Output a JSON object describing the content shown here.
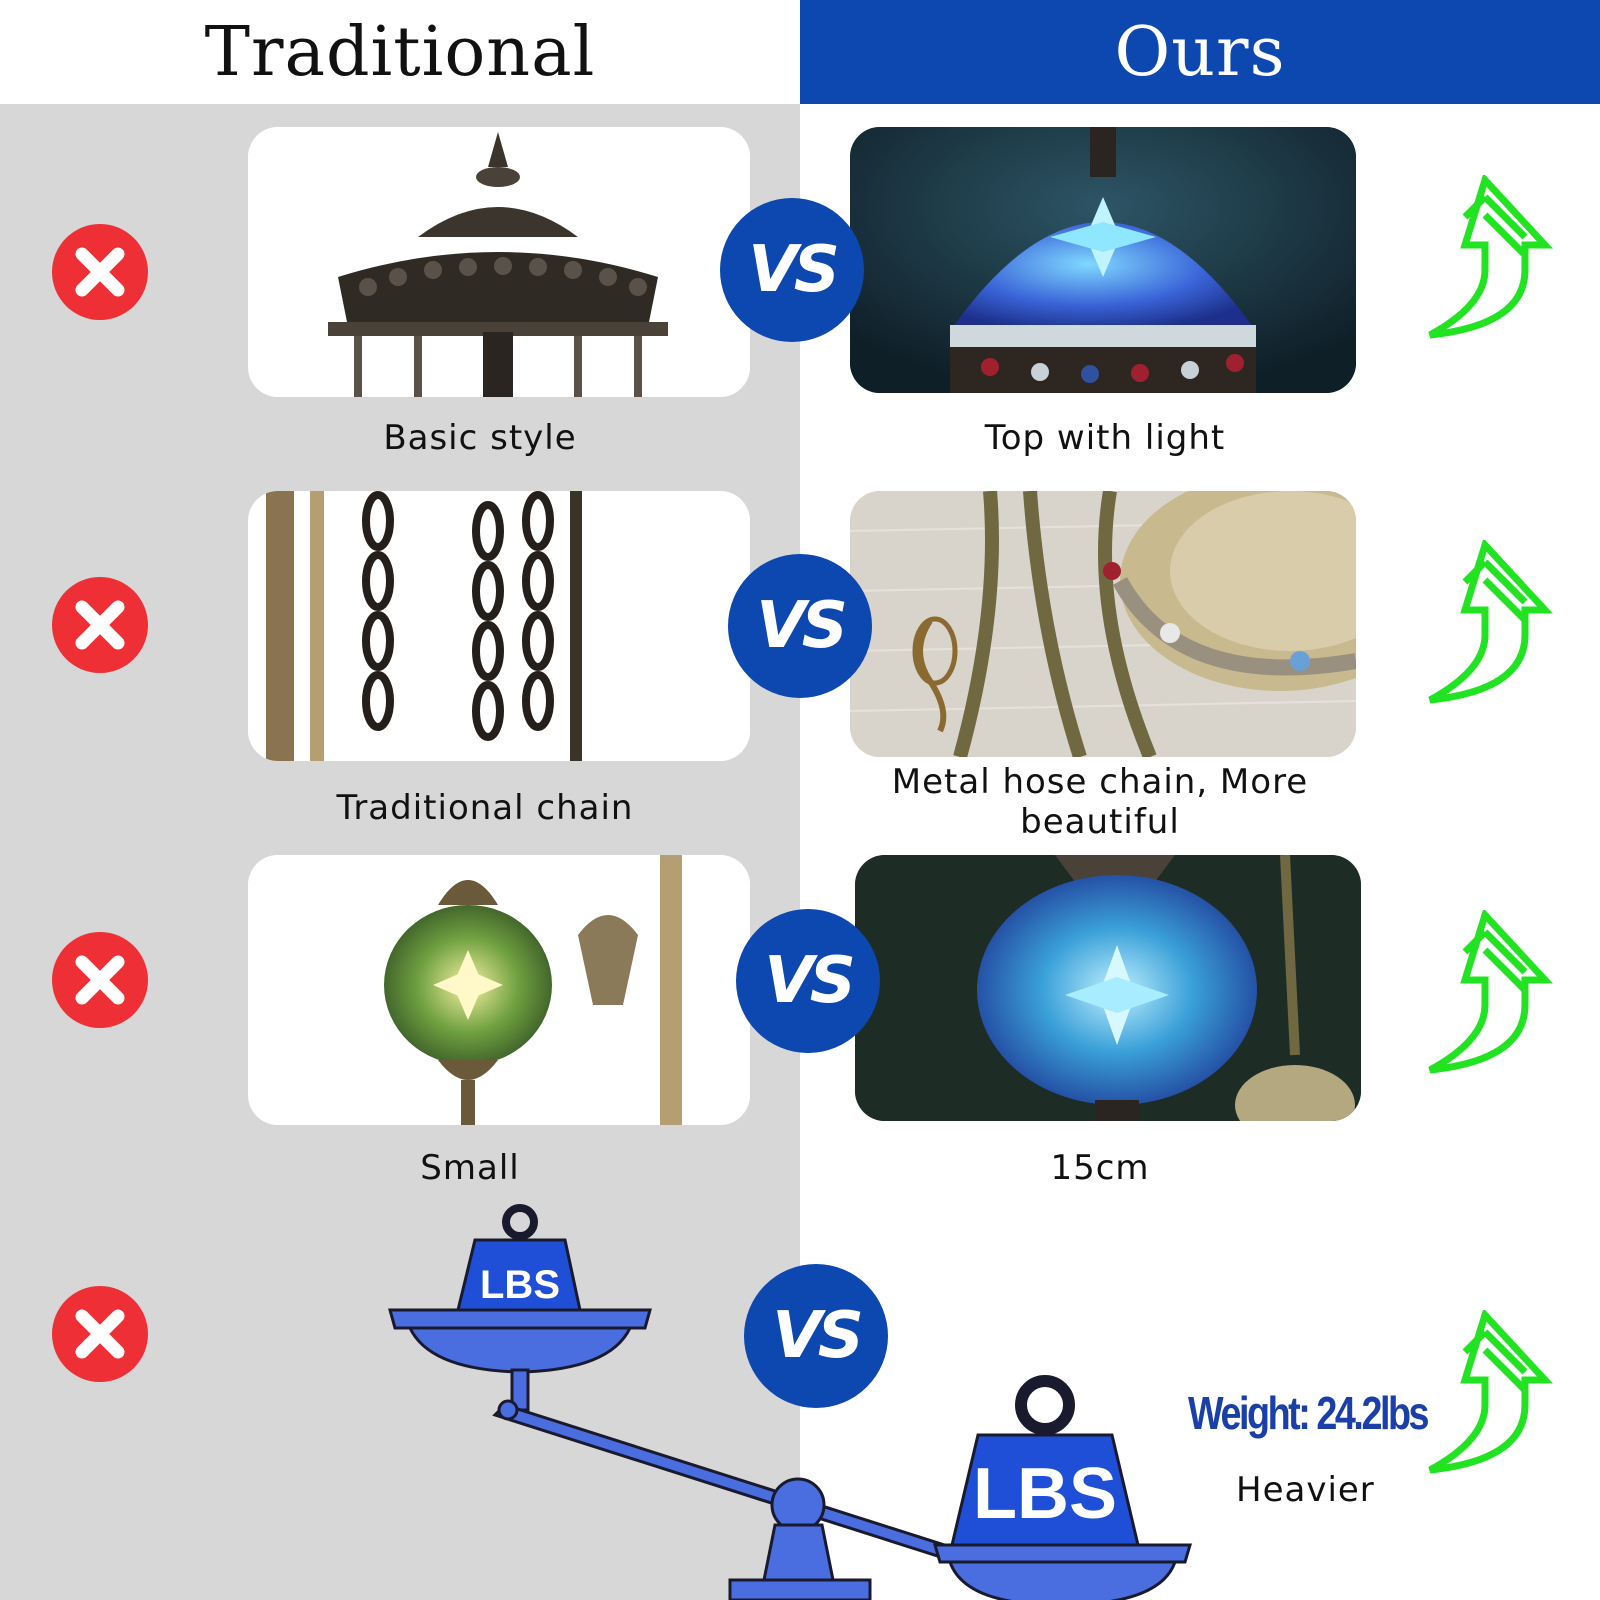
{
  "header": {
    "left_title": "Traditional",
    "right_title": "Ours"
  },
  "colors": {
    "brand_blue": "#0d47b0",
    "cross_red": "#ee2f35",
    "arrow_green": "#22e322",
    "left_panel": "#d7d7d7"
  },
  "rows": [
    {
      "left_caption": "Basic style",
      "right_caption": "Top with light",
      "vs": "VS"
    },
    {
      "left_caption": "Traditional chain",
      "right_caption": "Metal hose chain,  More beautiful",
      "vs": "VS"
    },
    {
      "left_caption": "Small",
      "right_caption": "15cm",
      "vs": "VS"
    },
    {
      "vs": "VS"
    }
  ],
  "scale": {
    "weight_label_small": "LBS",
    "weight_label_large": "LBS"
  },
  "weight": {
    "value": "Weight: 24.2lbs",
    "caption": "Heavier"
  },
  "icons": {
    "bad": "cross-icon",
    "good": "up-arrow-icon"
  }
}
